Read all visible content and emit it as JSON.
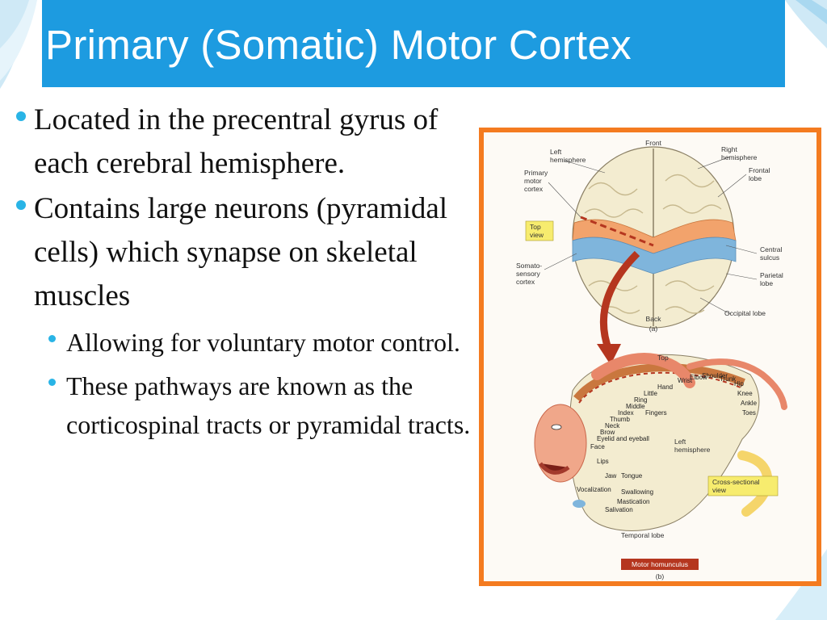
{
  "slide": {
    "title": "Primary (Somatic) Motor Cortex",
    "bullets": [
      {
        "text": "Located in the precentral gyrus of each cerebral hemisphere."
      },
      {
        "text": "Contains large neurons (pyramidal cells) which synapse on skeletal muscles"
      }
    ],
    "sub_bullets": [
      {
        "text": "Allowing for voluntary motor control."
      },
      {
        "text": "These pathways are known as the corticospinal tracts or pyramidal tracts."
      }
    ]
  },
  "figure": {
    "top": {
      "front": "Front",
      "back": "Back",
      "panel": "(a)",
      "left_hemisphere": [
        "Left",
        "hemisphere"
      ],
      "right_hemisphere": [
        "Right",
        "hemisphere"
      ],
      "primary_motor_cortex": [
        "Primary",
        "motor",
        "cortex"
      ],
      "frontal_lobe": [
        "Frontal",
        "lobe"
      ],
      "top_view": [
        "Top",
        "view"
      ],
      "central_sulcus": [
        "Central",
        "sulcus"
      ],
      "somatosensory_cortex": [
        "Somato-",
        "sensory",
        "cortex"
      ],
      "parietal_lobe": [
        "Parietal",
        "lobe"
      ],
      "occipital_lobe": "Occipital lobe"
    },
    "bottom": {
      "top": "Top",
      "panel": "(b)",
      "left_hemisphere": [
        "Left",
        "hemisphere"
      ],
      "cross_sectional_view": [
        "Cross-sectional",
        "view"
      ],
      "temporal_lobe": "Temporal lobe",
      "motor_homunculus": "Motor homunculus",
      "body_parts": [
        "Toes",
        "Ankle",
        "Knee",
        "Hip",
        "Trunk",
        "Shoulder",
        "Elbow",
        "Wrist",
        "Hand",
        "Little",
        "Ring",
        "Middle",
        "Index",
        "Thumb",
        "Neck",
        "Brow",
        "Eyelid and eyeball",
        "Face",
        "Lips",
        "Jaw",
        "Tongue",
        "Swallowing",
        "Mastication",
        "Salivation",
        "Vocalization",
        "Fingers"
      ]
    },
    "colors": {
      "frame": "#f47b20",
      "motor_cortex": "#f2a36c",
      "somatosensory_cortex": "#7fb5dc",
      "brain": "#f3ecd0",
      "arrow": "#b5361f",
      "label_box": "#f7ec6e",
      "homunculus_bar": "#b5361f"
    }
  }
}
